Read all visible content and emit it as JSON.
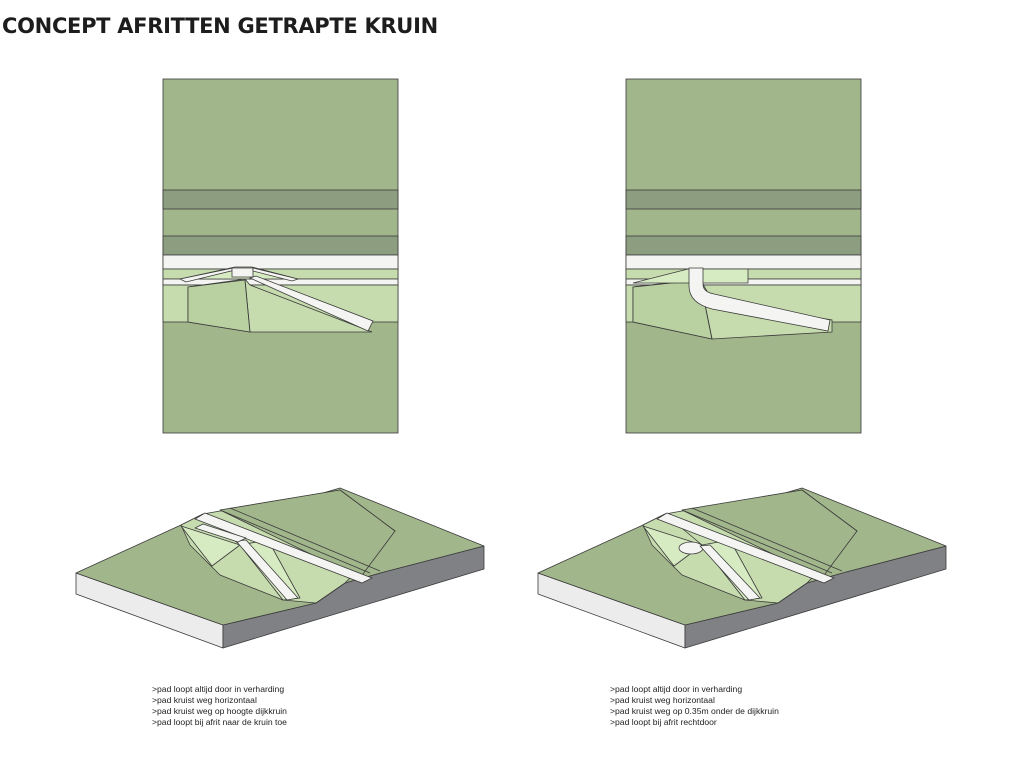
{
  "title": "CONCEPT AFRITTEN GETRAPTE KRUIN",
  "colors": {
    "grass": "#a2b68c",
    "grass_dark": "#8d9e80",
    "grass_light": "#c6dcae",
    "slope_light": "#d7ebc3",
    "path": "#f4f4f2",
    "stroke": "#3b3b3b",
    "soil_side": "#808184",
    "soil_front": "#ececec"
  },
  "variants": [
    {
      "name": "variant-left",
      "captions": [
        ">pad loopt altijd door in verharding",
        ">pad kruist weg horizontaal",
        ">pad kruist weg op hoogte dijkkruin",
        ">pad loopt bij afrit naar de kruin toe"
      ]
    },
    {
      "name": "variant-right",
      "captions": [
        ">pad loopt altijd door in verharding",
        ">pad kruist weg horizontaal",
        ">pad kruist weg op 0.35m onder de dijkkruin",
        ">pad loopt bij afrit rechtdoor"
      ]
    }
  ]
}
